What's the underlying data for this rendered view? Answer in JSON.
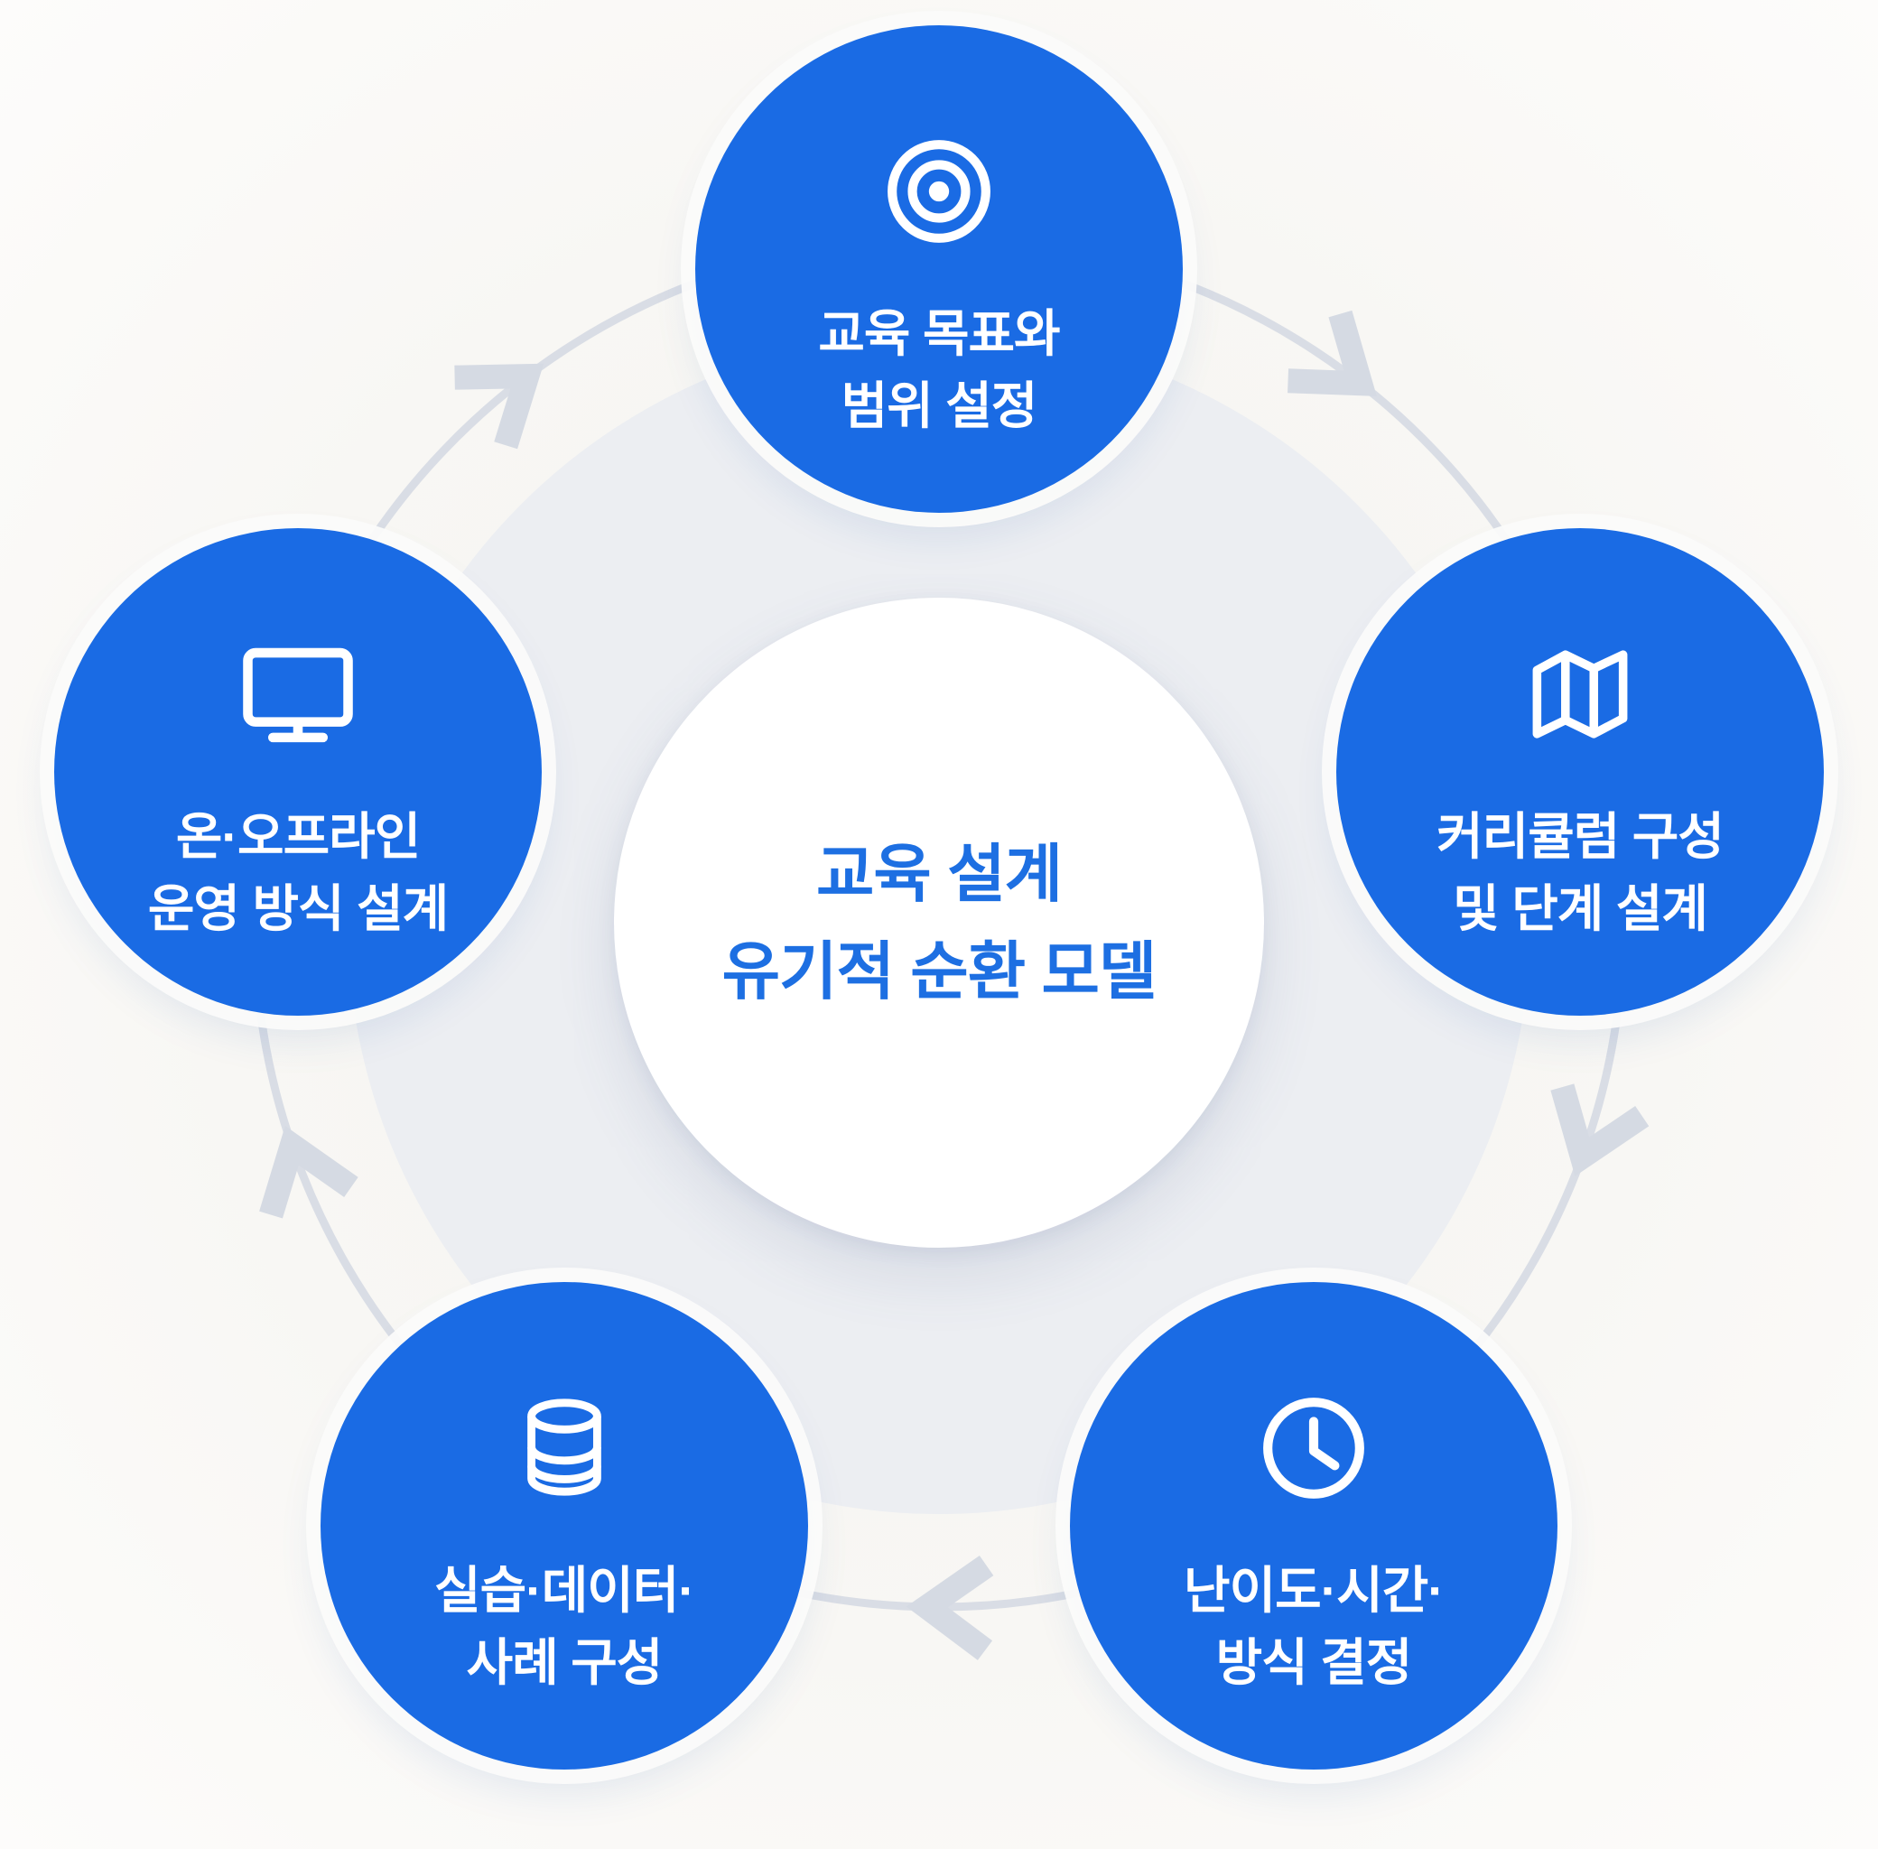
{
  "diagram": {
    "center": {
      "line1": "교육 설계",
      "line2": "유기적 순환 모델"
    },
    "nodes": [
      {
        "id": "education-goals",
        "icon": "target-icon",
        "line1": "교육 목표와",
        "line2": "범위 설정"
      },
      {
        "id": "curriculum",
        "icon": "map-icon",
        "line1": "커리큘럼 구성",
        "line2": "및 단계 설계"
      },
      {
        "id": "difficulty-time",
        "icon": "clock-icon",
        "line1": "난이도·시간·",
        "line2": "방식 결정"
      },
      {
        "id": "practice-data",
        "icon": "database-icon",
        "line1": "실습·데이터·",
        "line2": "사례 구성"
      },
      {
        "id": "online-offline",
        "icon": "monitor-icon",
        "line1": "온·오프라인",
        "line2": "운영 방식 설계"
      }
    ],
    "cycle": {
      "direction": "clockwise",
      "arrows": 5
    },
    "colors": {
      "node_blue": "#1a6be4",
      "center_text_blue": "#1d6fe2",
      "ring_gray": "#eceef2",
      "arrow_gray": "#d5dae3",
      "background": "#f7f6f3",
      "node_text": "#ffffff"
    }
  }
}
